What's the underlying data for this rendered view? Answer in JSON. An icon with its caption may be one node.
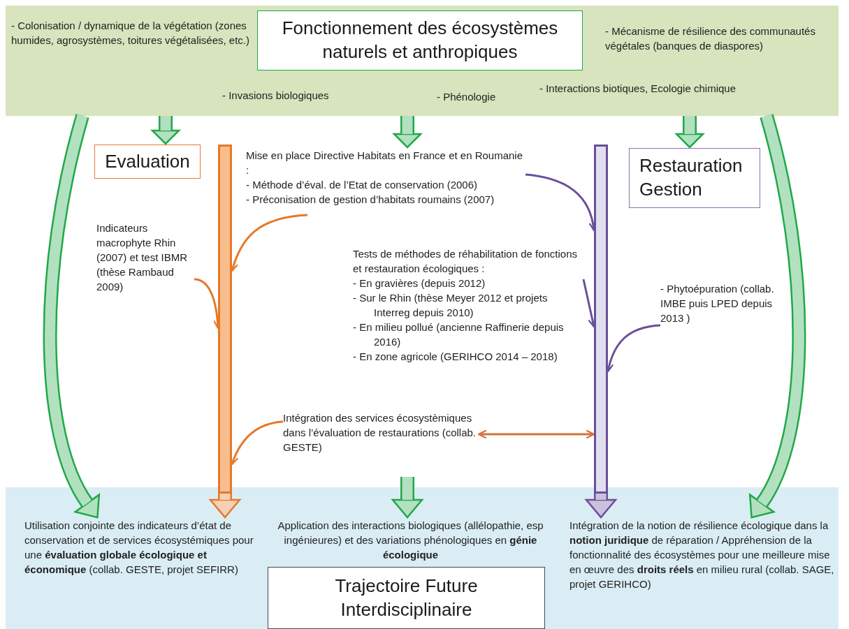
{
  "diagram": {
    "nodes": [
      {
        "text": [],
        "shape": "band"
      },
      {
        "text": [
          "Fonctionnement des écosystèmes naturels et anthropiques"
        ],
        "in": 0
      },
      {
        "text": [
          "- Colonisation / dynamique de la végétation (zones humides, agrosystèmes, toitures végétalisées, etc.)"
        ],
        "in": 0
      },
      {
        "text": [
          "- Mécanisme de résilience des communautés végétales (banques de diaspores)"
        ],
        "in": 0
      },
      {
        "text": [
          "- Invasions biologiques"
        ],
        "in": 0
      },
      {
        "text": [
          "- Phénologie"
        ],
        "in": 0
      },
      {
        "text": [
          "- Interactions biotiques, Ecologie chimique"
        ],
        "in": 0
      },
      {
        "text": [
          "Evaluation"
        ]
      },
      {
        "text": [],
        "shape": "bar"
      },
      {
        "text": [
          "Mise en place Directive Habitats en France et en Roumanie :",
          "- Méthode d’éval. de l’Etat de conservation (2006)",
          "- Préconisation de gestion d’habitats roumains (2007)"
        ]
      },
      {
        "text": [],
        "shape": "bar"
      },
      {
        "text": [
          "Restauration Gestion"
        ]
      },
      {
        "text": [
          "Indicateurs macrophyte Rhin (2007) et test IBMR (thèse Rambaud 2009)"
        ]
      },
      {
        "text": [
          "Tests de méthodes de réhabilitation de fonctions et restauration écologiques :",
          "- En gravières (depuis 2012)",
          "- Sur le Rhin (thèse Meyer 2012 et projets Interreg depuis 2010)",
          "- En milieu pollué (ancienne Raffinerie depuis 2016)",
          "- En zone agricole (GERIHCO 2014 – 2018)"
        ]
      },
      {
        "text": [
          "- Phytoépuration (collab. IMBE puis LPED depuis 2013 )"
        ]
      },
      {
        "text": [
          "Intégration des services écosystèmiques dans l’évaluation de restaurations (collab. GESTE)"
        ]
      },
      {
        "text": [],
        "shape": "band"
      },
      {
        "text": [
          "Utilisation conjointe des indicateurs d’état de conservation et de services écosystémiques pour une **évaluation globale écologique et économique** (collab. GESTE, projet SEFIRR)"
        ],
        "in": 16
      },
      {
        "text": [
          "Application des interactions biologiques (allélopathie, esp ingénieures) et des variations phénologiques en **génie écologique**"
        ],
        "in": 16
      },
      {
        "text": [
          "Trajectoire Future Interdisciplinaire"
        ],
        "in": 16
      },
      {
        "text": [
          "Intégration de la notion de résilience écologique dans la **notion juridique** de réparation / Appréhension de la fonctionnalité des écosystèmes pour une meilleure mise en œuvre des **droits réels** en milieu rural (collab. SAGE, projet GERIHCO)"
        ],
        "in": 16
      }
    ],
    "edges": [
      {
        "from": 0,
        "to": 7,
        "arrow": "to",
        "color": "#22a84a"
      },
      {
        "from": 0,
        "to": 9,
        "arrow": "to",
        "color": "#22a84a"
      },
      {
        "from": 0,
        "to": 11,
        "arrow": "to",
        "color": "#22a84a"
      },
      {
        "from": 0,
        "to": 17,
        "arrow": "to",
        "color": "#22a84a"
      },
      {
        "from": 0,
        "to": 20,
        "arrow": "to",
        "color": "#22a84a"
      },
      {
        "from": 9,
        "to": 8,
        "arrow": "to",
        "color": "#e5792a"
      },
      {
        "from": 9,
        "to": 10,
        "arrow": "to",
        "color": "#6a4f9a"
      },
      {
        "from": 12,
        "to": 8,
        "arrow": "to",
        "color": "#e5792a"
      },
      {
        "from": 13,
        "to": 10,
        "arrow": "to",
        "color": "#6a4f9a"
      },
      {
        "from": 14,
        "to": 10,
        "arrow": "to",
        "color": "#6a4f9a"
      },
      {
        "from": 15,
        "to": 8,
        "arrow": "to",
        "color": "#e5792a"
      },
      {
        "from": 15,
        "to": 10,
        "arrow": "both",
        "color": "#d0743a"
      },
      {
        "from": 8,
        "to": 17,
        "arrow": "to",
        "color": "#e5792a"
      },
      {
        "from": 10,
        "to": 20,
        "arrow": "to",
        "color": "#6a4f9a"
      },
      {
        "from": null,
        "to": 18,
        "arrow": "to",
        "color": "#22a84a"
      }
    ]
  }
}
